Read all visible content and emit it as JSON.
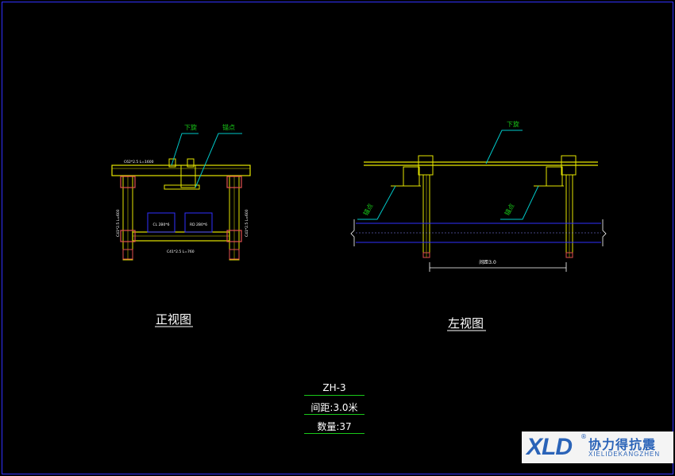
{
  "drawing": {
    "front_view_title": "正视图",
    "side_view_title": "左视图",
    "front_view": {
      "label_top_left": "下旋",
      "label_top_right": "锚点",
      "top_dim": "C62*2.5 L=1600",
      "left_dim": "C41*2.5 L=600",
      "right_dim": "C41*2.5 L=600",
      "bottom_dim": "C41*2.5 L=760",
      "box_left": "CL 2B0*6",
      "box_right": "RD 2B0*6"
    },
    "side_view": {
      "label_top": "下旋",
      "label_left": "锚点",
      "label_right": "锚点",
      "span_dim": "间距3.0"
    },
    "info": {
      "code": "ZH-3",
      "spacing": "间距:3.0米",
      "quantity": "数量:37"
    }
  },
  "logo": {
    "mark": "XLD",
    "registered": "®",
    "name_cn": "协力得抗震",
    "name_en": "XIELIDEKANGZHEN"
  },
  "colors": {
    "background": "#000000",
    "yellow": "#e6e600",
    "cyan": "#00c8c8",
    "green": "#19c819",
    "white": "#ffffff",
    "blue": "#3030ff",
    "logo_blue": "#2a63b8"
  }
}
